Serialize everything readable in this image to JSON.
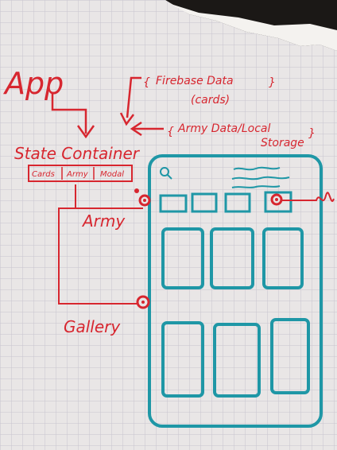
{
  "labels": {
    "app": "App",
    "firebase_data": "Firebase Data",
    "cards_note": "(cards)",
    "army_data": "Army Data/Local",
    "storage": "Storage",
    "state_container": "State Container",
    "state_parts": [
      "Cards",
      "Army",
      "Modal"
    ],
    "army": "Army",
    "gallery": "Gallery"
  },
  "colors": {
    "paper": "#e9e6e6",
    "grid": "#c7c4cf",
    "ink_red": "#d7262f",
    "ink_teal": "#1f97a6"
  }
}
